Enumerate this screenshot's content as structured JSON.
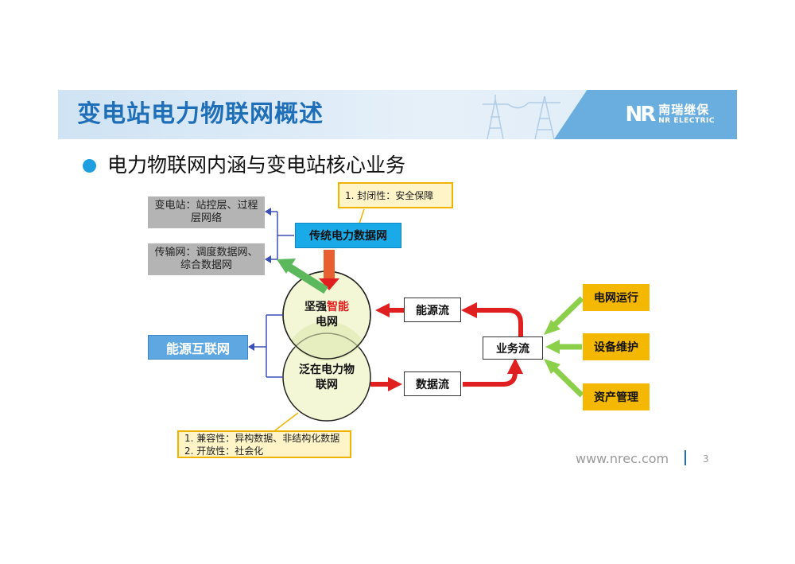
{
  "header": {
    "title": "变电站电力物联网概述",
    "logo": {
      "mark": "NR",
      "cn": "南瑞继保",
      "en": "NR ELECTRIC"
    }
  },
  "bullet": {
    "text": "电力物联网内涵与变电站核心业务"
  },
  "diagram": {
    "substation": {
      "line1": "变电站：站控层、过程",
      "line2": "层网络"
    },
    "transmission": {
      "line1": "传输网：调度数据网、",
      "line2": "综合数据网"
    },
    "closed_note": "1. 封闭性：安全保障",
    "traditional": "传统电力数据网",
    "smart_grid": {
      "part1": "坚强",
      "part2": "智能",
      "part3": "电网"
    },
    "iot": {
      "line1": "泛在电力物",
      "line2": "联网"
    },
    "energy_internet": "能源互联网",
    "energy_flow": "能源流",
    "data_flow": "数据流",
    "business_flow": "业务流",
    "grid_operation": "电网运行",
    "equipment_maintenance": "设备维护",
    "asset_management": "资产管理",
    "compat_note": {
      "line1": "1. 兼容性：异构数据、非结构化数据",
      "line2": "2. 开放性：社会化"
    }
  },
  "colors": {
    "title_blue": "#1f6fb8",
    "arrow_red": "#e02020",
    "arrow_green": "#8ccf4a",
    "gold": "#f5b800"
  },
  "footer": {
    "url": "www.nrec.com",
    "page": "3"
  }
}
